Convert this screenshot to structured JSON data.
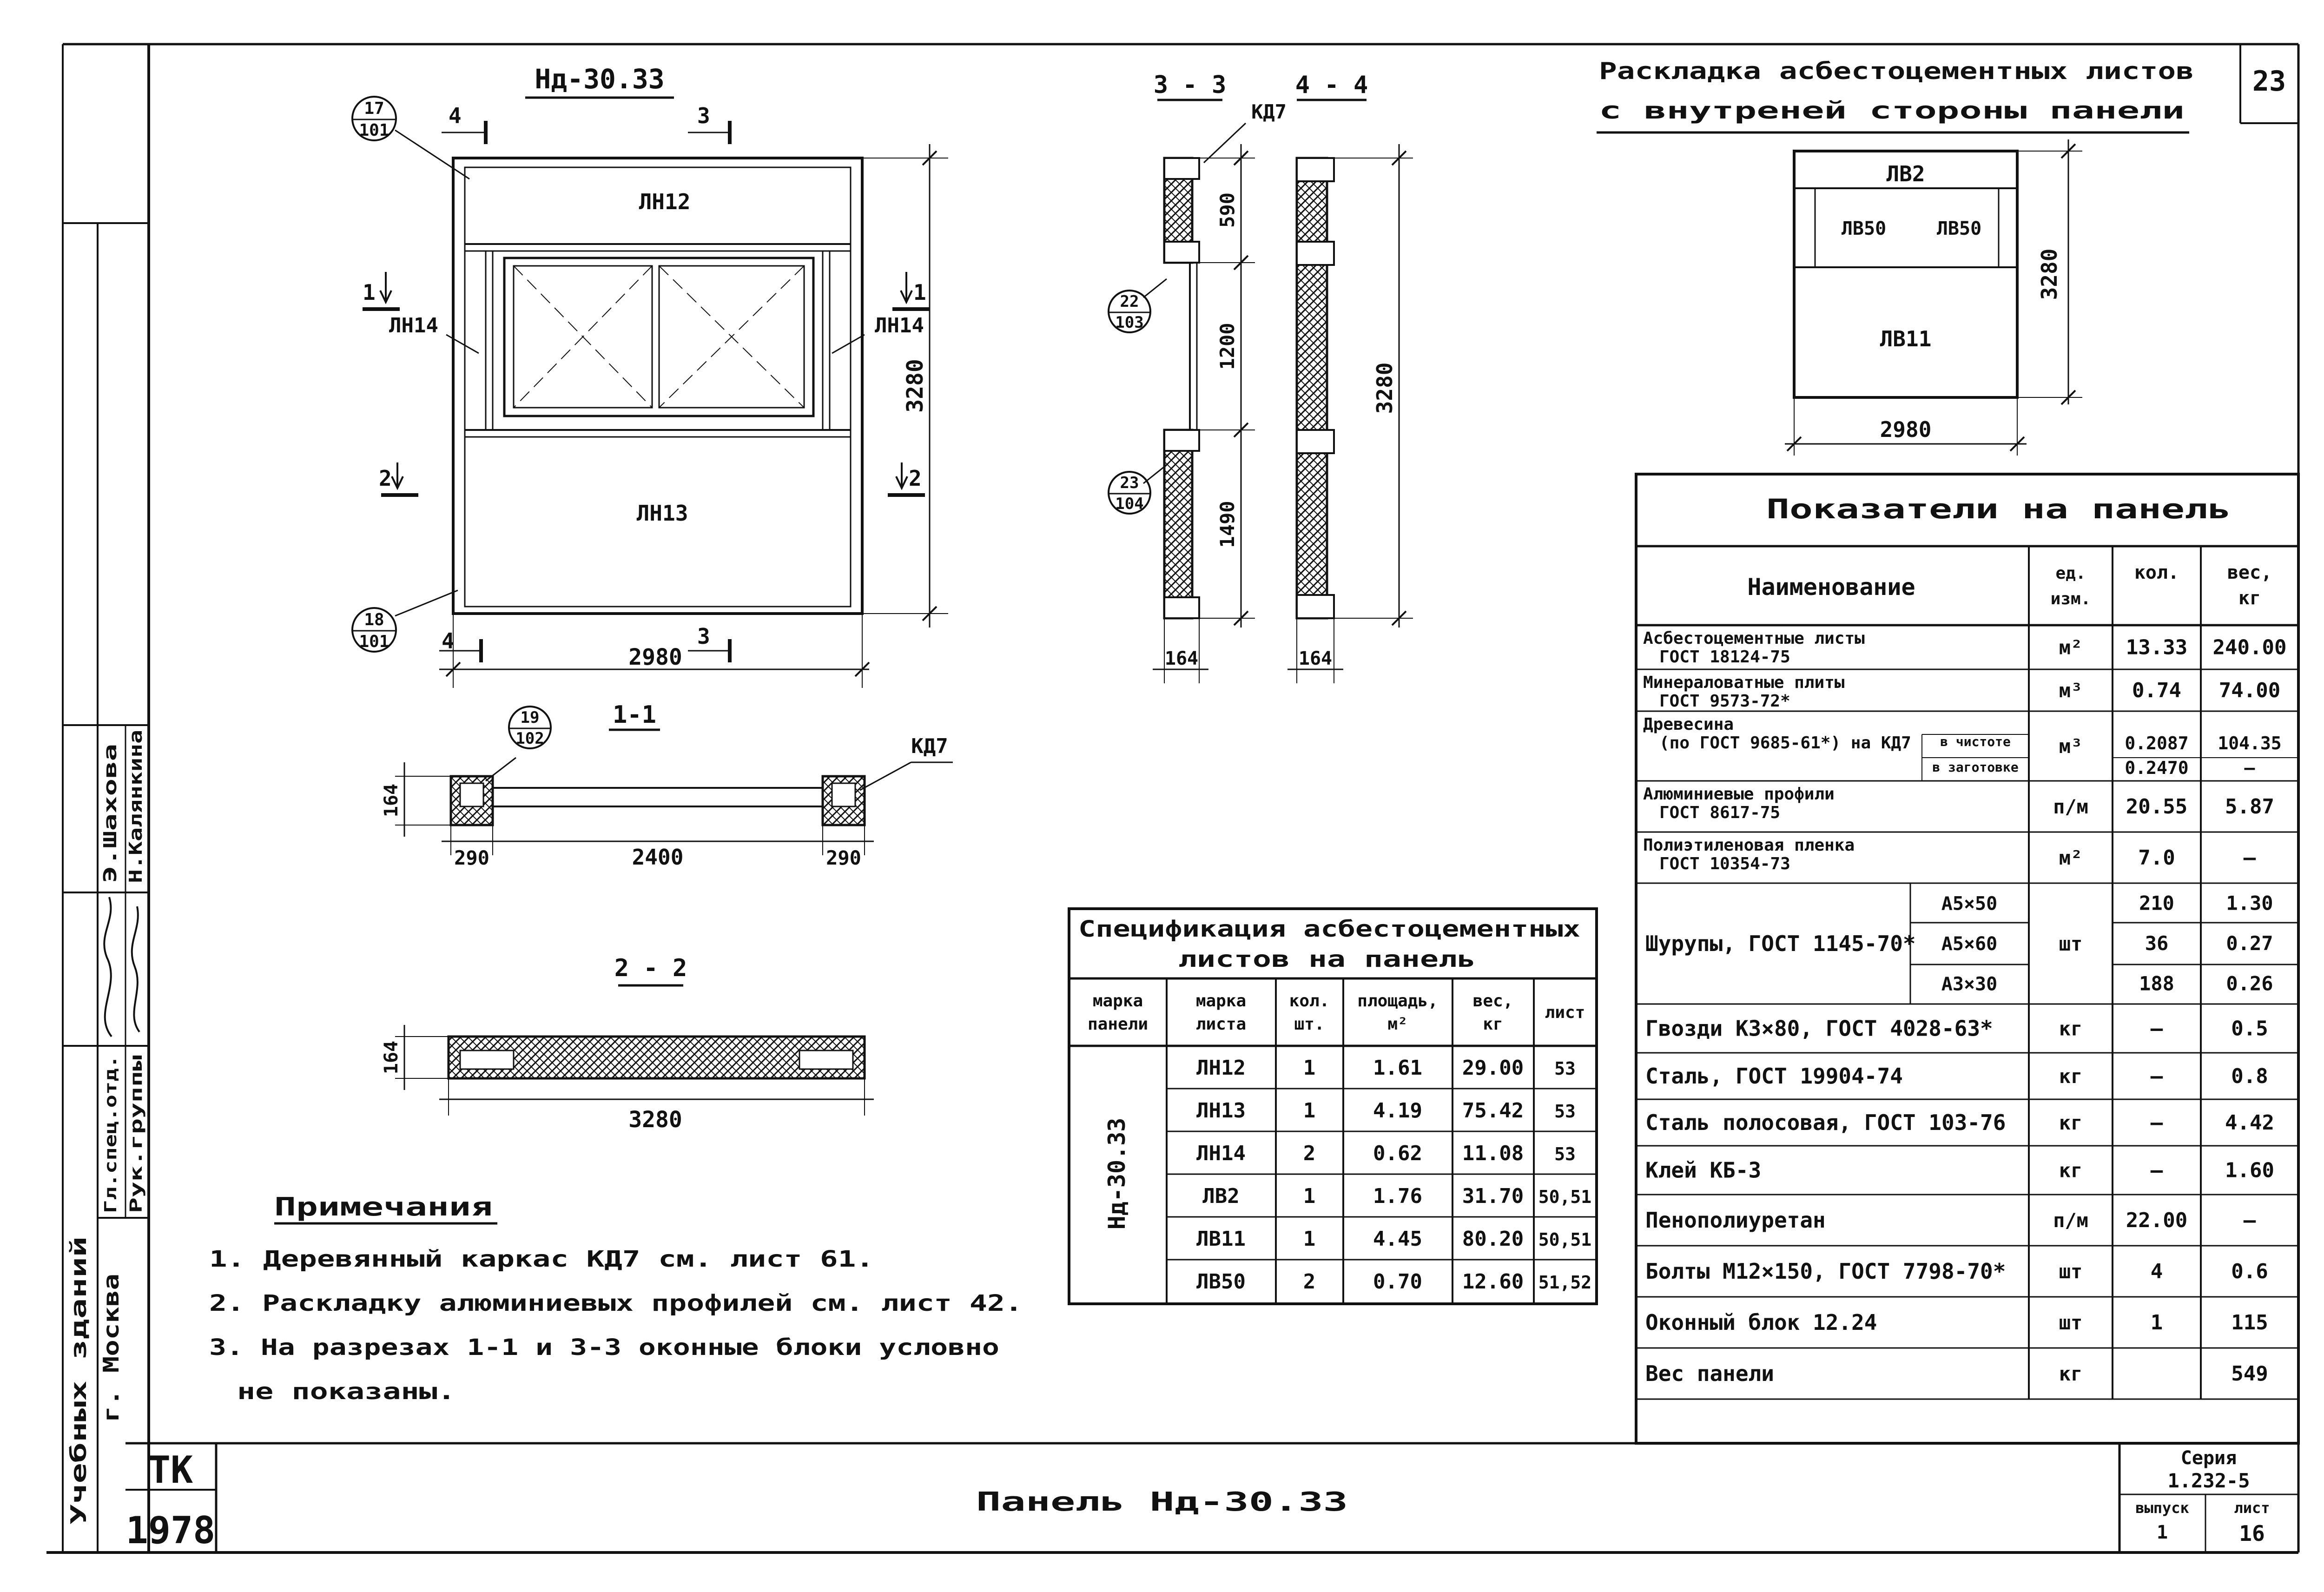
{
  "sheet_number": "23",
  "layout_block": {
    "title_line1": "Раскладка асбестоцементных листов",
    "title_line2": "с внутреней стороны панели",
    "labels": {
      "top": "ЛВ2",
      "left": "ЛВ50",
      "right": "ЛВ50",
      "bottom": "ЛВ11"
    },
    "dim_width": "2980",
    "dim_height": "3280"
  },
  "elevation": {
    "title": "Нд-30.33",
    "panels": {
      "top": "ЛН12",
      "left": "ЛН14",
      "right": "ЛН14",
      "bottom": "ЛН13"
    },
    "dim_width": "2980",
    "dim_height": "3280",
    "section_marks": {
      "s1": "1",
      "s2": "2",
      "s3": "3",
      "s4": "4"
    },
    "callouts": [
      {
        "num": "17",
        "sheet": "101"
      },
      {
        "num": "18",
        "sheet": "101"
      }
    ]
  },
  "sections_33_44": {
    "title_33": "3 - 3",
    "title_44": "4 - 4",
    "kd7": "КД7",
    "dims": [
      "590",
      "1200",
      "1490"
    ],
    "dim_3280": "3280",
    "width_a": "164",
    "width_b": "164",
    "callouts": [
      {
        "num": "22",
        "sheet": "103"
      },
      {
        "num": "23",
        "sheet": "104"
      }
    ]
  },
  "section_11": {
    "title": "1-1",
    "callout": {
      "num": "19",
      "sheet": "102"
    },
    "kd7": "КД7",
    "dim_height": "164",
    "dims": [
      "290",
      "2400",
      "290"
    ]
  },
  "section_22": {
    "title": "2 - 2",
    "dim_height": "164",
    "dim_length": "3280"
  },
  "notes": {
    "title": "Примечания",
    "items": [
      "1. Деревянный каркас КД7 см. лист 61.",
      "2. Раскладку алюминиевых профилей см. лист 42.",
      "3. На разрезах 1-1 и 3-3 оконные блоки условно",
      "не показаны."
    ]
  },
  "spec_table": {
    "title_line1": "Спецификация асбестоцементных",
    "title_line2": "листов на панель",
    "headers": [
      "марка панели",
      "марка листа",
      "кол. шт.",
      "площадь, м²",
      "вес, кг",
      "лист"
    ],
    "panel_mark": "Нд-30.33",
    "rows": [
      [
        "ЛН12",
        "1",
        "1.61",
        "29.00",
        "53"
      ],
      [
        "ЛН13",
        "1",
        "4.19",
        "75.42",
        "53"
      ],
      [
        "ЛН14",
        "2",
        "0.62",
        "11.08",
        "53"
      ],
      [
        "ЛВ2",
        "1",
        "1.76",
        "31.70",
        "50,51"
      ],
      [
        "ЛВ11",
        "1",
        "4.45",
        "80.20",
        "50,51"
      ],
      [
        "ЛВ50",
        "2",
        "0.70",
        "12.60",
        "51,52"
      ]
    ]
  },
  "indicators_table": {
    "title": "Показатели на панель",
    "headers": [
      "Наименование",
      "ед. изм.",
      "кол.",
      "вес, кг"
    ],
    "rows": [
      {
        "name": [
          "Асбестоцементные листы",
          "ГОСТ 18124-75"
        ],
        "unit": "м²",
        "qty": "13.33",
        "weight": "240.00"
      },
      {
        "name": [
          "Минераловатные плиты",
          "ГОСТ 9573-72*"
        ],
        "unit": "м³",
        "qty": "0.74",
        "weight": "74.00"
      },
      {
        "name": [
          "Древесина",
          "(по ГОСТ 9685-61*) на КД7"
        ],
        "unit": "м³",
        "sub": [
          "в чистоте",
          "в заготовке"
        ],
        "qty_sub": [
          "0.2087",
          "0.2470"
        ],
        "weight_sub": [
          "104.35",
          "—"
        ]
      },
      {
        "name": [
          "Алюминиевые профили",
          "ГОСТ 8617-75"
        ],
        "unit": "п/м",
        "qty": "20.55",
        "weight": "5.87"
      },
      {
        "name": [
          "Полиэтиленовая пленка",
          "ГОСТ 10354-73"
        ],
        "unit": "м²",
        "qty": "7.0",
        "weight": "—"
      },
      {
        "name": [
          "Шурупы, ГОСТ 1145-70*"
        ],
        "unit": "шт",
        "sub": [
          "А5×50",
          "А5×60",
          "А3×30"
        ],
        "qty_sub": [
          "210",
          "36",
          "188"
        ],
        "weight_sub": [
          "1.30",
          "0.27",
          "0.26"
        ]
      },
      {
        "name": [
          "Гвозди К3×80, ГОСТ 4028-63*"
        ],
        "unit": "кг",
        "qty": "—",
        "weight": "0.5"
      },
      {
        "name": [
          "Сталь, ГОСТ 19904-74"
        ],
        "unit": "кг",
        "qty": "—",
        "weight": "0.8"
      },
      {
        "name": [
          "Сталь полосовая, ГОСТ 103-76"
        ],
        "unit": "кг",
        "qty": "—",
        "weight": "4.42"
      },
      {
        "name": [
          "Клей КБ-3"
        ],
        "unit": "кг",
        "qty": "—",
        "weight": "1.60"
      },
      {
        "name": [
          "Пенополиуретан"
        ],
        "unit": "п/м",
        "qty": "22.00",
        "weight": "—"
      },
      {
        "name": [
          "Болты М12×150, ГОСТ 7798-70*"
        ],
        "unit": "шт",
        "qty": "4",
        "weight": "0.6"
      },
      {
        "name": [
          "Оконный блок 12.24"
        ],
        "unit": "шт",
        "qty": "1",
        "weight": "115"
      },
      {
        "name": [
          "Вес панели"
        ],
        "unit": "кг",
        "qty": "",
        "weight": "549"
      }
    ]
  },
  "left_stamp": {
    "org_line1": "Учебных зданий",
    "org_line2": "г. Москва",
    "role1": "Гл.спец.отд.",
    "role2": "Рук.группы",
    "name1": "Э.Шахова",
    "name2": "Н.Калянкина"
  },
  "title_block": {
    "tk": "ТК",
    "year": "1978",
    "drawing_title": "Панель Нд-30.33",
    "series_label": "Серия",
    "series_value": "1.232-5",
    "issue_label": "выпуск",
    "issue_value": "1",
    "sheet_label": "лист",
    "sheet_value": "16"
  }
}
